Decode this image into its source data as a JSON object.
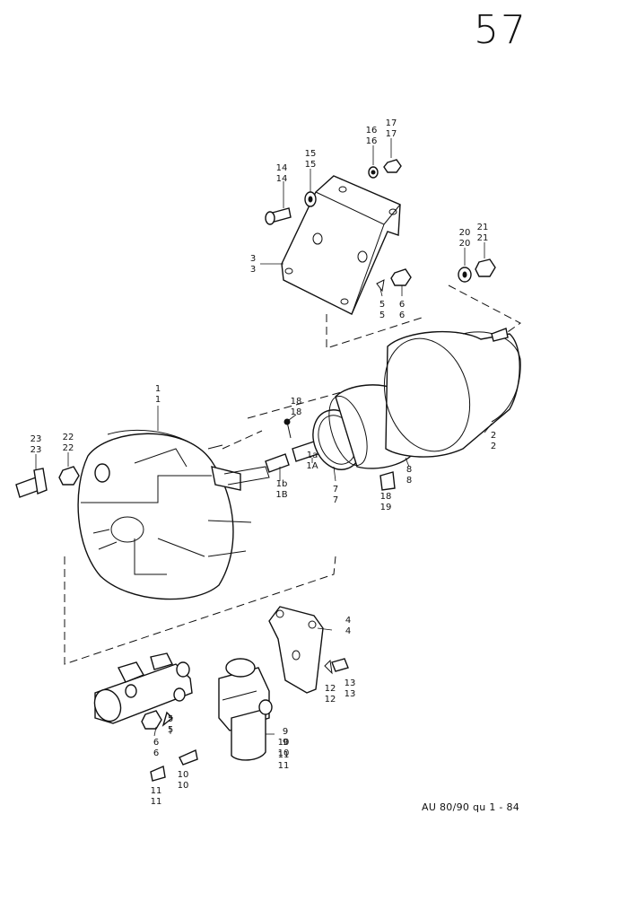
{
  "header": {
    "page_number": "57"
  },
  "footer": {
    "diagram_code": "AU 80/90 qu 1 - 84"
  },
  "callouts": [
    {
      "id": "c1",
      "line1": "1",
      "line2": "1"
    },
    {
      "id": "c1a",
      "line1": "1a",
      "line2": "1A"
    },
    {
      "id": "c1b",
      "line1": "1b",
      "line2": "1B"
    },
    {
      "id": "c2",
      "line1": "2",
      "line2": "2"
    },
    {
      "id": "c3",
      "line1": "3",
      "line2": "3"
    },
    {
      "id": "c4",
      "line1": "4",
      "line2": "4"
    },
    {
      "id": "c5a",
      "line1": "5",
      "line2": "5"
    },
    {
      "id": "c5b",
      "line1": "5",
      "line2": "5"
    },
    {
      "id": "c6a",
      "line1": "6",
      "line2": "6"
    },
    {
      "id": "c6b",
      "line1": "6",
      "line2": "6"
    },
    {
      "id": "c7",
      "line1": "7",
      "line2": "7"
    },
    {
      "id": "c8",
      "line1": "8",
      "line2": "8"
    },
    {
      "id": "c9",
      "line1": "9",
      "line2": "9"
    },
    {
      "id": "c10a",
      "line1": "10",
      "line2": "10"
    },
    {
      "id": "c10b",
      "line1": "10",
      "line2": "10"
    },
    {
      "id": "c11a",
      "line1": "11",
      "line2": "11"
    },
    {
      "id": "c11b",
      "line1": "11",
      "line2": "11"
    },
    {
      "id": "c12",
      "line1": "12",
      "line2": "12"
    },
    {
      "id": "c13",
      "line1": "13",
      "line2": "13"
    },
    {
      "id": "c14",
      "line1": "14",
      "line2": "14"
    },
    {
      "id": "c15",
      "line1": "15",
      "line2": "15"
    },
    {
      "id": "c16",
      "line1": "16",
      "line2": "16"
    },
    {
      "id": "c17",
      "line1": "17",
      "line2": "17"
    },
    {
      "id": "c18a",
      "line1": "18",
      "line2": "18"
    },
    {
      "id": "c18b",
      "line1": "18",
      "line2": "19"
    },
    {
      "id": "c20",
      "line1": "20",
      "line2": "20"
    },
    {
      "id": "c21",
      "line1": "21",
      "line2": "21"
    },
    {
      "id": "c22",
      "line1": "22",
      "line2": "22"
    },
    {
      "id": "c23",
      "line1": "23",
      "line2": "23"
    }
  ]
}
